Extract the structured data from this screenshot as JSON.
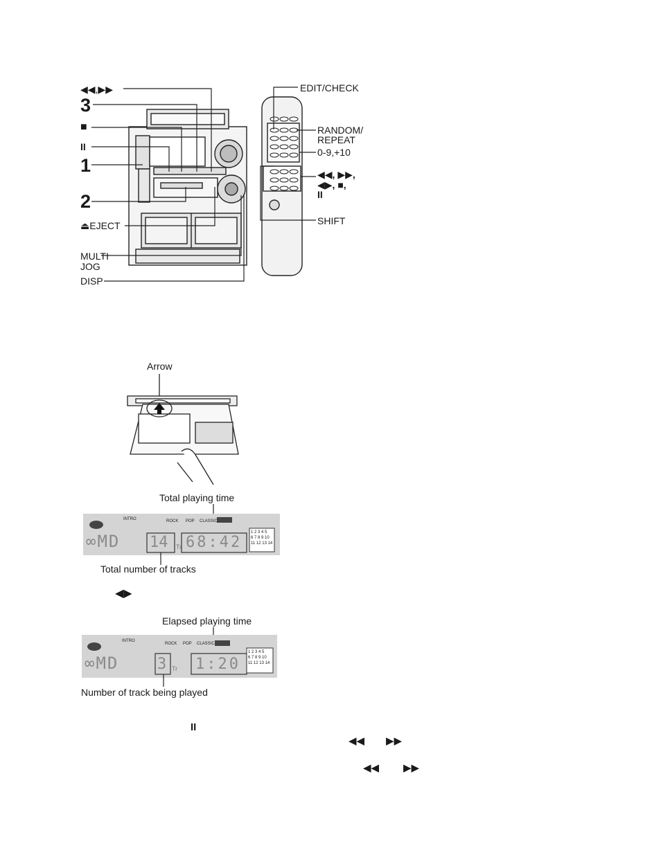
{
  "system_diagram": {
    "callouts_left": {
      "skip": "◀◀,▶▶",
      "step3": "3",
      "stop": "■",
      "pause": "II",
      "step1": "1",
      "step2": "2",
      "eject": "EJECT",
      "multi_jog_line1": "MULTI",
      "multi_jog_line2": "JOG",
      "disp": "DISP"
    },
    "callouts_right": {
      "edit_check": "EDIT/CHECK",
      "random_line1": "RANDOM/",
      "random_line2": "REPEAT",
      "numbers": "0-9,+10",
      "transport_line1": "◀◀, ▶▶,",
      "transport_line2": "◀▶, ■,",
      "transport_line3": "II",
      "shift": "SHIFT"
    }
  },
  "insert_diagram": {
    "arrow_label": "Arrow"
  },
  "display_total": {
    "caption_top": "Total playing time",
    "caption_bottom": "Total number of tracks",
    "source": "MD",
    "tracks": "14",
    "time": "68:42",
    "eq_labels": [
      "ROCK",
      "POP",
      "CLASSIC"
    ],
    "grid": [
      "1 2 3 4 5",
      "6 7 8 9 10",
      "11 12 13 14"
    ]
  },
  "between_icon": "◀▶",
  "display_elapsed": {
    "caption_top": "Elapsed playing time",
    "caption_bottom": "Number of track being played",
    "source": "MD",
    "tracks": "3",
    "time": "1:20",
    "eq_labels": [
      "ROCK",
      "POP",
      "CLASSIC"
    ],
    "grid": [
      "1 2 3 4 5",
      "6 7 8 9 10",
      "11 12 13 14"
    ]
  },
  "bottom_icons": {
    "pause": "II",
    "skip_row1": [
      "◀◀",
      "▶▶"
    ],
    "skip_row2": [
      "◀◀",
      "▶▶"
    ]
  }
}
